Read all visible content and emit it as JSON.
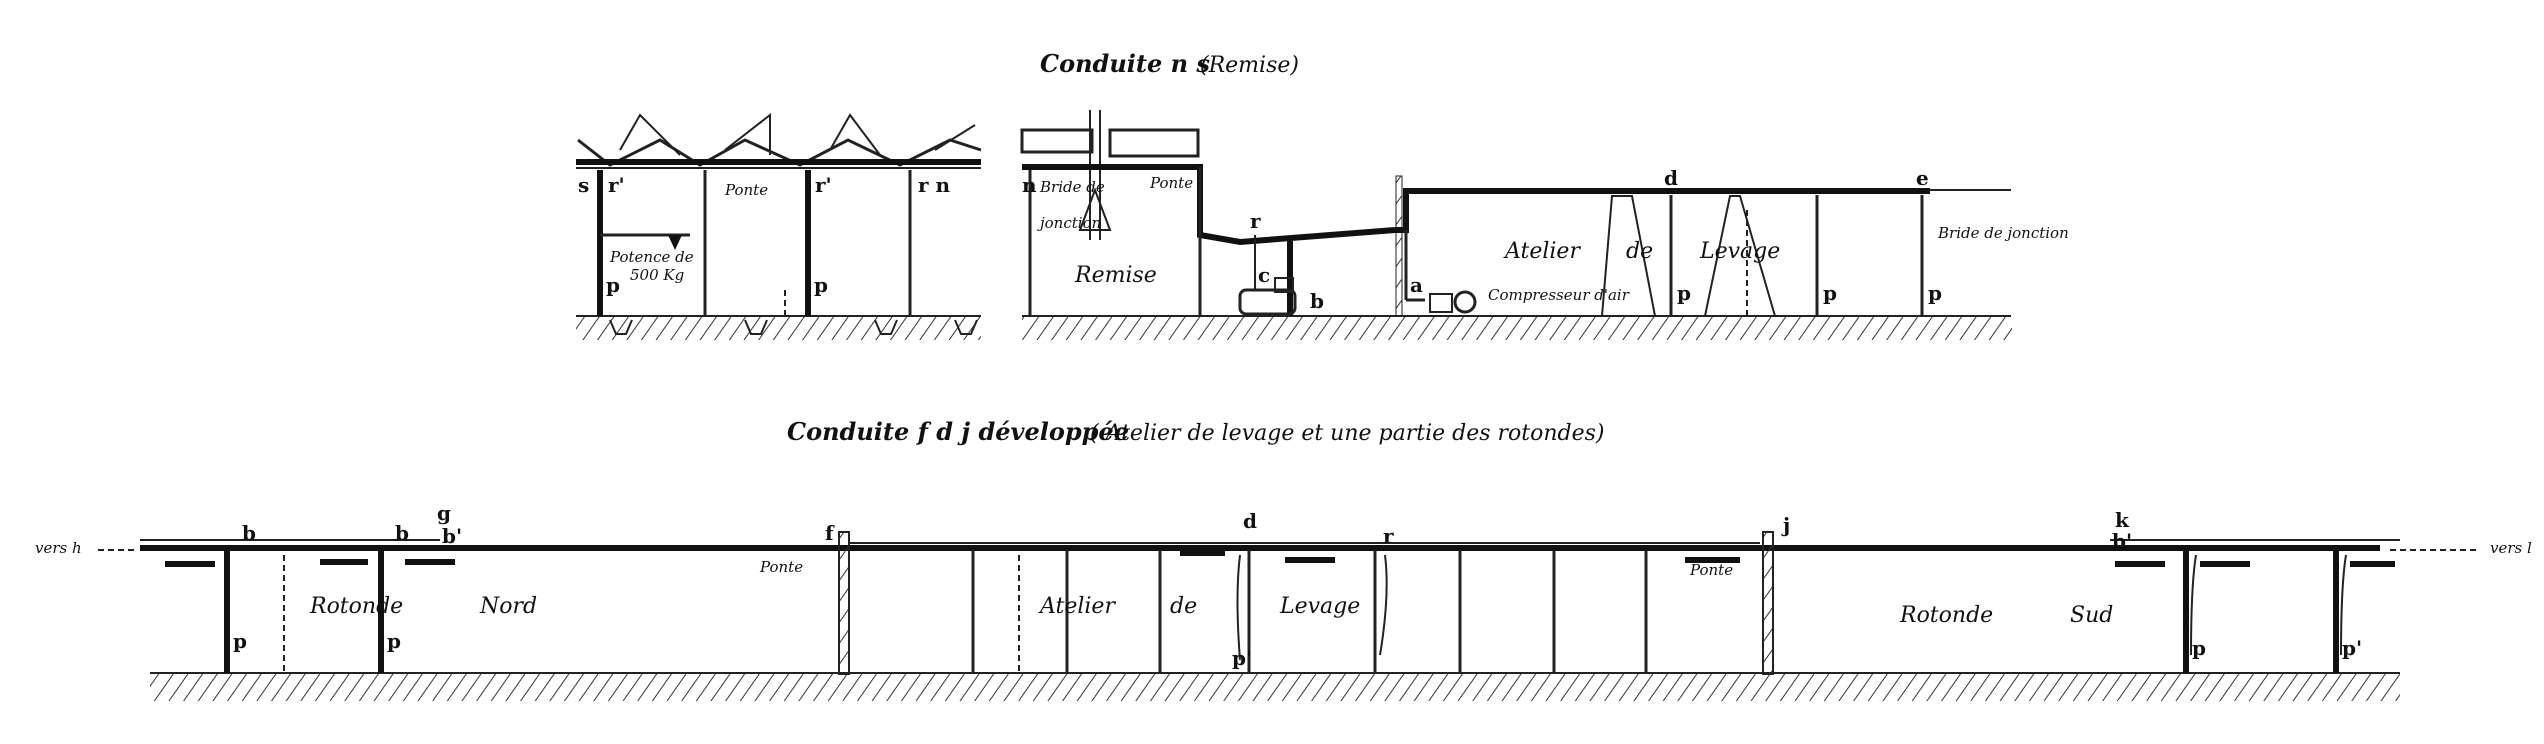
{
  "upper": {
    "title": "Conduite n s",
    "subtitle": "(Remise)",
    "labels": {
      "s": "s",
      "r1": "r'",
      "ponte1": "Ponte",
      "r2": "r'",
      "rn": "r n",
      "potence": "Potence de",
      "potence2": "500 Kg",
      "p1": "p",
      "p2": "p",
      "n": "n",
      "bride1": "Bride de",
      "bride1b": "jonction",
      "remise": "Remise",
      "ponte2": "Ponte",
      "r": "r",
      "c": "c",
      "b": "b",
      "a": "a",
      "compresseur": "Compresseur d'air",
      "atelier": "Atelier",
      "de": "de",
      "levage": "Levage",
      "d": "d",
      "e": "e",
      "bride2": "Bride de jonction",
      "p3": "p",
      "p4": "p",
      "p5": "p"
    }
  },
  "lower": {
    "title": "Conduite f d j développée",
    "subtitle": "( Atelier de levage et une partie des rotondes)",
    "labels": {
      "vers_h": "vers h",
      "vers_l": "vers l",
      "b1": "b",
      "b2": "b",
      "g": "g",
      "b3": "b'",
      "rotonde_nord": "Rotonde",
      "nord": "Nord",
      "ponte1": "Ponte",
      "f": "f",
      "d": "d",
      "r": "r",
      "atelier": "Atelier",
      "de": "de",
      "levage": "Levage",
      "ponte2": "Ponte",
      "j": "j",
      "k": "k",
      "b4": "b'",
      "rotonde_sud": "Rotonde",
      "sud": "Sud",
      "p1": "p",
      "p2": "p",
      "p3": "p'",
      "p4": "p",
      "p5": "p'"
    }
  }
}
